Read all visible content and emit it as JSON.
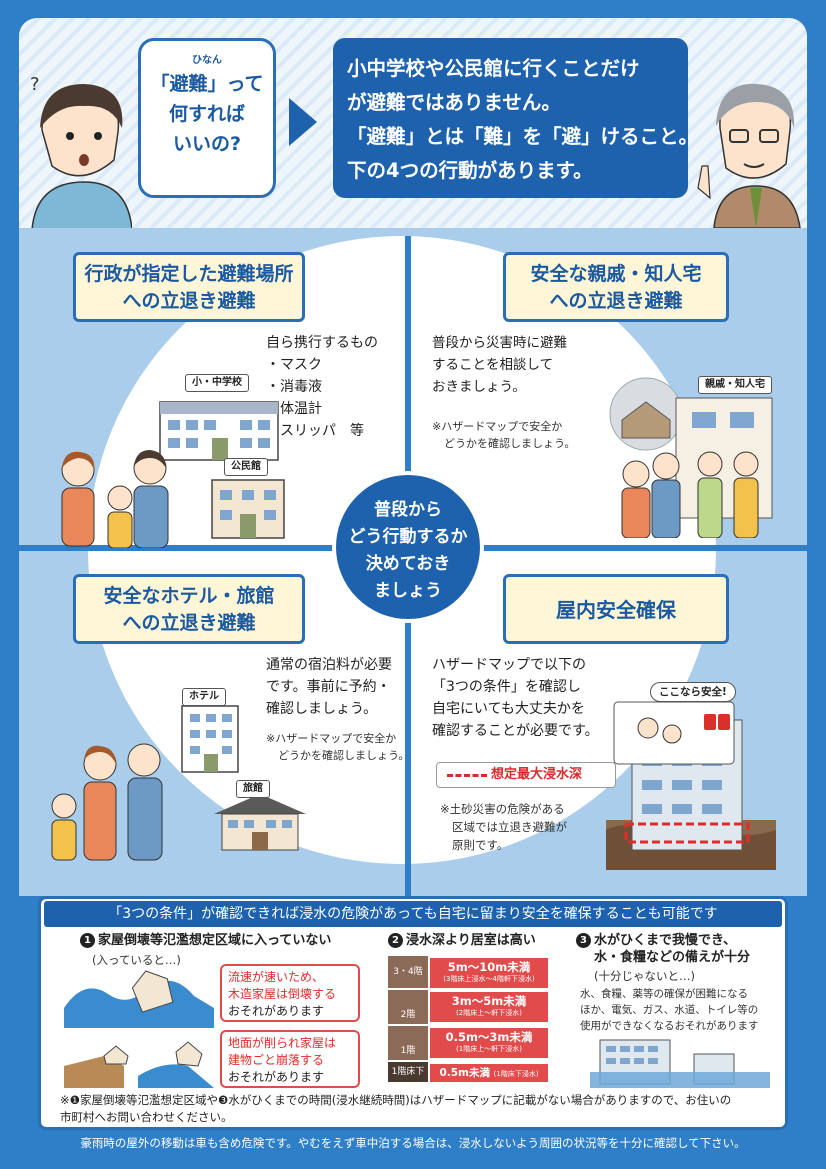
{
  "header": {
    "question_ruby": "ひなん",
    "question_lines": [
      "「避難」って",
      "何すれば",
      "いいの?"
    ],
    "answer_lines": [
      "小中学校や公民館に行くことだけ",
      "が避難ではありません。",
      "「避難」とは「難」を「避」けること。",
      "下の4つの行動があります。"
    ]
  },
  "center_lines": [
    "普段から",
    "どう行動するか",
    "決めておき",
    "ましょう"
  ],
  "quadrants": {
    "top_left": {
      "title_lines": [
        "行政が指定した避難場所",
        "への立退き避難"
      ],
      "items_title": "自ら携行するもの",
      "items": [
        "・マスク",
        "・消毒液",
        "・体温計",
        "・スリッパ　等"
      ],
      "label_school": "小・中学校",
      "label_hall": "公民館"
    },
    "top_right": {
      "title_lines": [
        "安全な親戚・知人宅",
        "への立退き避難"
      ],
      "text_lines": [
        "普段から災害時に避難",
        "することを相談して",
        "おきましょう。"
      ],
      "note_lines": [
        "※ハザードマップで安全か",
        "どうかを確認しましょう。"
      ],
      "label_house": "親戚・知人宅"
    },
    "bottom_left": {
      "title_lines": [
        "安全なホテル・旅館",
        "への立退き避難"
      ],
      "text_lines": [
        "通常の宿泊料が必要",
        "です。事前に予約・",
        "確認しましょう。"
      ],
      "note_lines": [
        "※ハザードマップで安全か",
        "どうかを確認しましょう。"
      ],
      "label_hotel": "ホテル",
      "label_ryokan": "旅館"
    },
    "bottom_right": {
      "title": "屋内安全確保",
      "text_lines": [
        "ハザードマップで以下の",
        "「3つの条件」を確認し",
        "自宅にいても大丈夫かを",
        "確認することが必要です。"
      ],
      "legend": "想定最大浸水深",
      "note_lines": [
        "※土砂災害の危険がある",
        "区域では立退き避難が",
        "原則です。"
      ],
      "speech": "ここなら安全!"
    }
  },
  "conditions": {
    "title": "「3つの条件」が確認できれば浸水の危険があっても自宅に留まり安全を確保することも可能です",
    "c1": {
      "num": "1",
      "title": "家屋倒壊等氾濫想定区域に入っていない",
      "sub": "(入っていると…)",
      "w1_lines": [
        "流速が速いため、",
        "木造家屋は倒壊する",
        "おそれがあります"
      ],
      "w2_lines": [
        "地面が削られ家屋は",
        "建物ごと崩落する",
        "おそれがあります"
      ]
    },
    "c2": {
      "num": "2",
      "title": "浸水深より居室は高い",
      "floors": [
        "3・4階",
        "2階",
        "1階",
        "1階床下"
      ],
      "depths": [
        {
          "main": "5m〜10m未満",
          "sub": "(3階床上浸水〜4階軒下浸水)"
        },
        {
          "main": "3m〜5m未満",
          "sub": "(2階床上〜軒下浸水)"
        },
        {
          "main": "0.5m〜3m未満",
          "sub": "(1階床上〜軒下浸水)"
        },
        {
          "main": "0.5m未満",
          "sub": "(1階床下浸水)"
        }
      ]
    },
    "c3": {
      "num": "3",
      "title_lines": [
        "水がひくまで我慢でき、",
        "水・食糧などの備えが十分"
      ],
      "sub": "(十分じゃないと…)",
      "text_lines": [
        "水、食糧、薬等の確保が困難になる",
        "ほか、電気、ガス、水道、トイレ等の",
        "使用ができなくなるおそれがあります"
      ]
    },
    "footnote_lines": [
      "※❶家屋倒壊等氾濫想定区域や❸水がひくまでの時間(浸水継続時間)はハザードマップに記載がない場合がありますので、お住いの",
      "市町村へお問い合わせください。"
    ]
  },
  "footer": "豪雨時の屋外の移動は車も含め危険です。やむをえず車中泊する場合は、浸水しないよう周囲の状況等を十分に確認して下さい。",
  "colors": {
    "primary": "#1e62ad",
    "background": "#2f7fc8",
    "panel": "#a9cdea",
    "title_box": "#fff6d8",
    "warning": "#e24b4b"
  }
}
